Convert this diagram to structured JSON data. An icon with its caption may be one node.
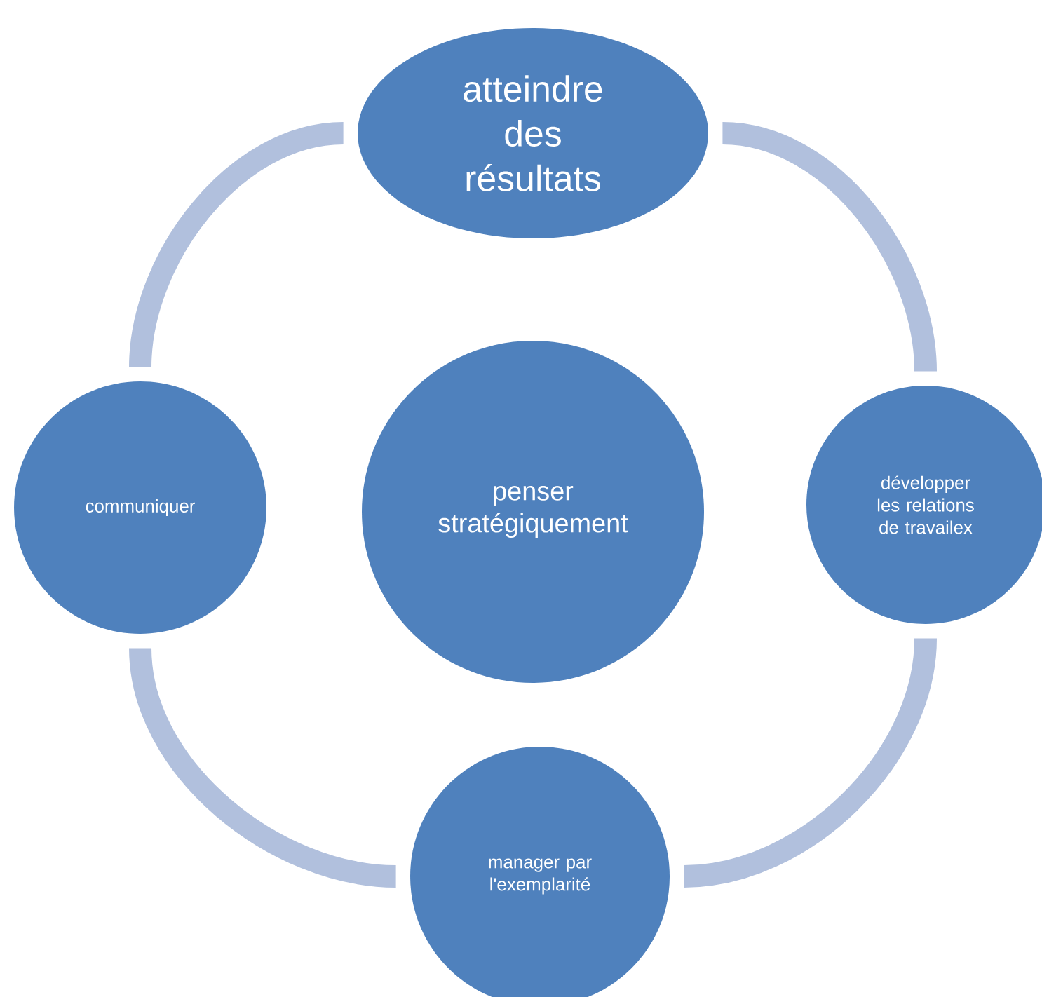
{
  "diagram": {
    "nodes": [
      {
        "text": [
          "atteindre des résultats"
        ]
      },
      {
        "text": [
          "communiquer"
        ]
      },
      {
        "text": [
          "penser stratégiquement"
        ]
      },
      {
        "text": [
          "développer les relations de travailex"
        ]
      },
      {
        "text": [
          "manager par l'exemplarité"
        ]
      }
    ],
    "edges": [
      {
        "from": 0,
        "to": 3,
        "arrow": "none"
      },
      {
        "from": 3,
        "to": 4,
        "arrow": "none"
      },
      {
        "from": 4,
        "to": 1,
        "arrow": "none"
      },
      {
        "from": 1,
        "to": 0,
        "arrow": "none"
      }
    ]
  }
}
